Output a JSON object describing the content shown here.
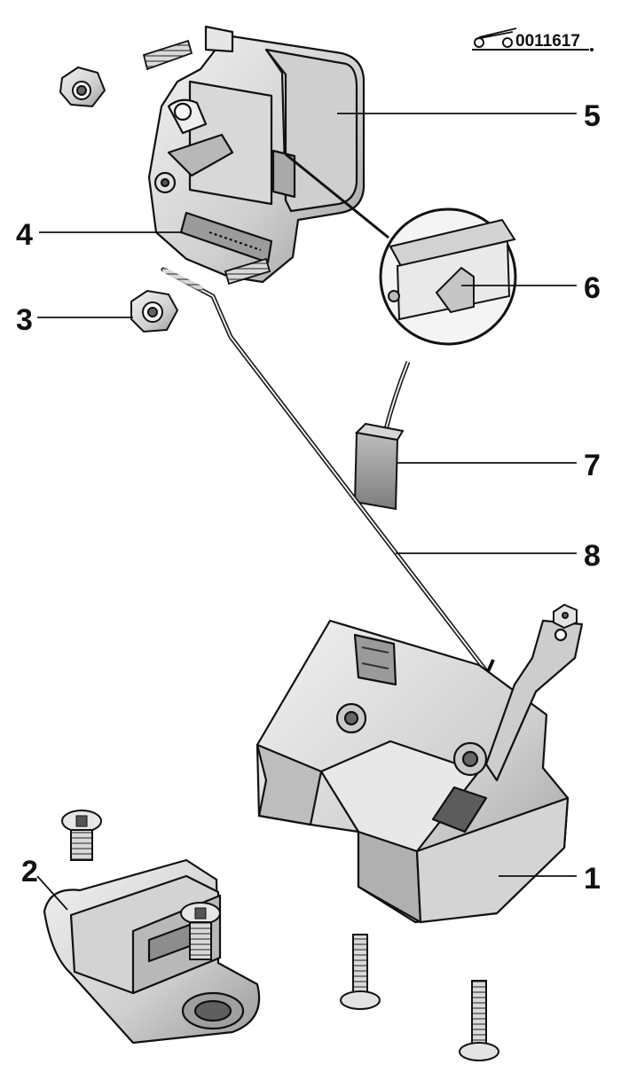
{
  "reference_code": "0011617",
  "callouts": [
    {
      "label": "1"
    },
    {
      "label": "2"
    },
    {
      "label": "3"
    },
    {
      "label": "4"
    },
    {
      "label": "5"
    },
    {
      "label": "6"
    },
    {
      "label": "7"
    },
    {
      "label": "8"
    }
  ],
  "colors": {
    "ink": "#111111",
    "metal_light": "#e4e4e4",
    "metal_mid": "#c2c2c2",
    "metal_dark": "#8e8e8e"
  }
}
